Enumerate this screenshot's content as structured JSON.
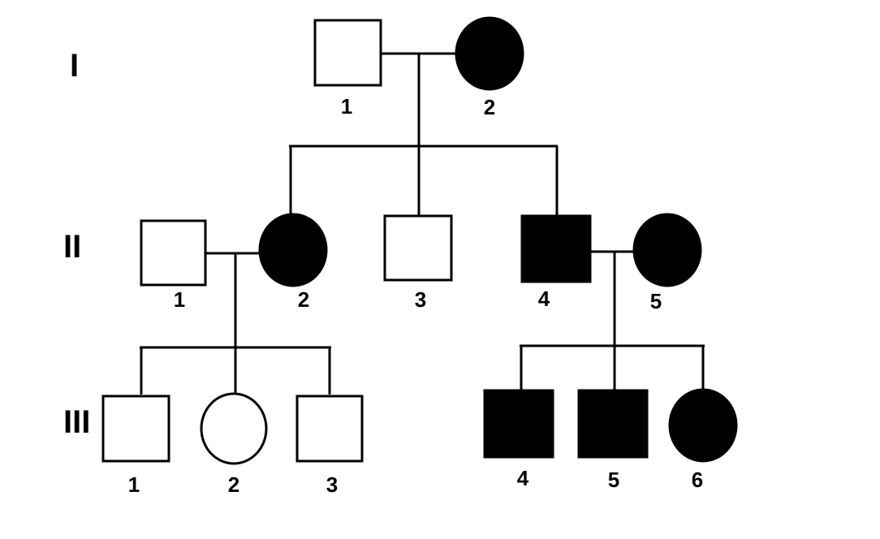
{
  "colors": {
    "affected": "#000000",
    "unaffected": "#ffffff",
    "stroke": "#000000"
  },
  "generations": [
    {
      "label": "I",
      "individuals": [
        {
          "number": "1",
          "sex": "male",
          "affected": false
        },
        {
          "number": "2",
          "sex": "female",
          "affected": true
        }
      ]
    },
    {
      "label": "II",
      "individuals": [
        {
          "number": "1",
          "sex": "male",
          "affected": false
        },
        {
          "number": "2",
          "sex": "female",
          "affected": true
        },
        {
          "number": "3",
          "sex": "male",
          "affected": false
        },
        {
          "number": "4",
          "sex": "male",
          "affected": true
        },
        {
          "number": "5",
          "sex": "female",
          "affected": true
        }
      ]
    },
    {
      "label": "III",
      "individuals": [
        {
          "number": "1",
          "sex": "male",
          "affected": false
        },
        {
          "number": "2",
          "sex": "female",
          "affected": false
        },
        {
          "number": "3",
          "sex": "male",
          "affected": false
        },
        {
          "number": "4",
          "sex": "male",
          "affected": true
        },
        {
          "number": "5",
          "sex": "male",
          "affected": true
        },
        {
          "number": "6",
          "sex": "female",
          "affected": true
        }
      ]
    }
  ]
}
